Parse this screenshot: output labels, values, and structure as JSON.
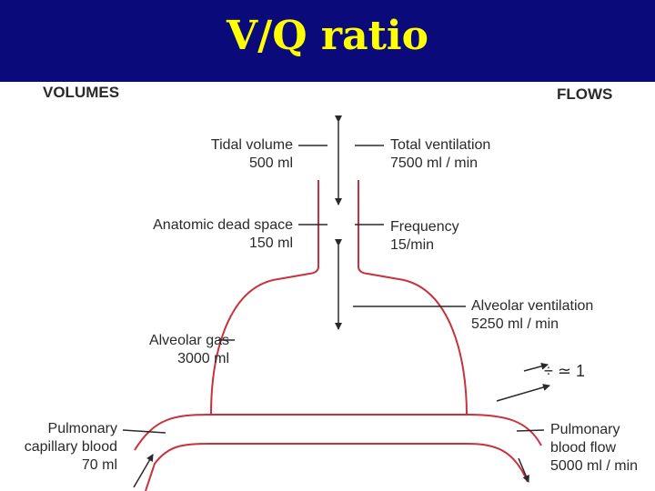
{
  "slide": {
    "title": "V/Q ratio"
  },
  "headers": {
    "volumes": "VOLUMES",
    "flows": "FLOWS"
  },
  "labels": {
    "tidal_volume": "Tidal volume",
    "tidal_value": "500 ml",
    "dead_space": "Anatomic dead space",
    "dead_space_value": "150 ml",
    "alveolar_gas": "Alveolar gas",
    "alveolar_gas_value": "3000 ml",
    "pulm_cap_1": "Pulmonary",
    "pulm_cap_2": "capillary blood",
    "pulm_cap_value": "70 ml",
    "total_vent": "Total ventilation",
    "total_vent_value": "7500 ml / min",
    "frequency": "Frequency",
    "frequency_value": "15/min",
    "alveolar_vent": "Alveolar ventilation",
    "alveolar_vent_value": "5250 ml / min",
    "ratio": "÷ ≃ 1",
    "pulm_flow_1": "Pulmonary",
    "pulm_flow_2": "blood flow",
    "pulm_flow_value": "5000 ml / min"
  },
  "colors": {
    "title_bg": "#0a0a7a",
    "title_text": "#ffff00",
    "airway": "#c8323c",
    "ink": "#2a2a2a"
  }
}
